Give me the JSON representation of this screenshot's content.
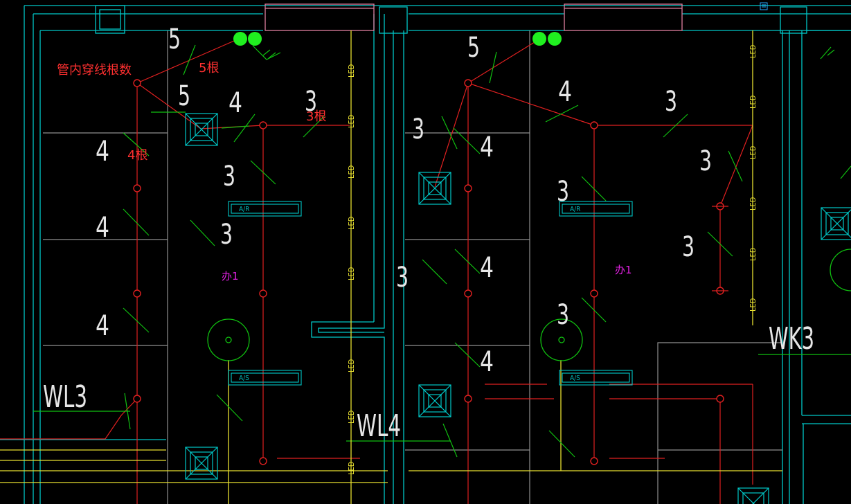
{
  "annotations": {
    "wire_count_title": "管内穿线根数",
    "five_wires": "5根",
    "three_wires": "3根",
    "four_wires": "4根"
  },
  "wire_counts": {
    "five": "5",
    "four": "4",
    "three": "3"
  },
  "panel_labels": {
    "wl3": "WL3",
    "wl4": "WL4",
    "wk3": "WK3"
  },
  "fixture_labels": {
    "led": "LED",
    "air_return": "A/R",
    "air_supply": "A/S"
  },
  "room_labels": {
    "left": "办1",
    "right": "办1"
  },
  "colors": {
    "background": "#000000",
    "wall_cyan": "#00d8d8",
    "wire_red": "#e02020",
    "annotation_red": "#ff3030",
    "led_yellow": "#e8e030",
    "slash_green": "#10c010",
    "text_white": "#e6e6e6",
    "room_magenta": "#e020e0"
  }
}
